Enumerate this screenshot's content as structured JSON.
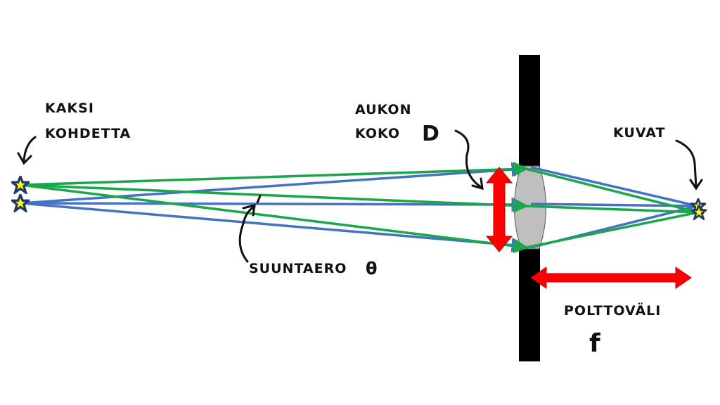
{
  "labels": {
    "sources": [
      "KAKSI",
      "KOHDETTA"
    ],
    "aperture": [
      "AUKON",
      "KOKO",
      "D"
    ],
    "images": "KUVAT",
    "angle": "SUUNTAERO",
    "angle_symbol": "θ",
    "focal": "POLTTOVÄLI",
    "focal_symbol": "f"
  },
  "colors": {
    "ray_green": "#1aa64a",
    "ray_blue": "#4472c4",
    "arrow_red": "#ff0000",
    "lens": "#bfbfbf",
    "screen": "#000000",
    "star_fill": "#ffff00",
    "star_outline": "#1f3864"
  }
}
